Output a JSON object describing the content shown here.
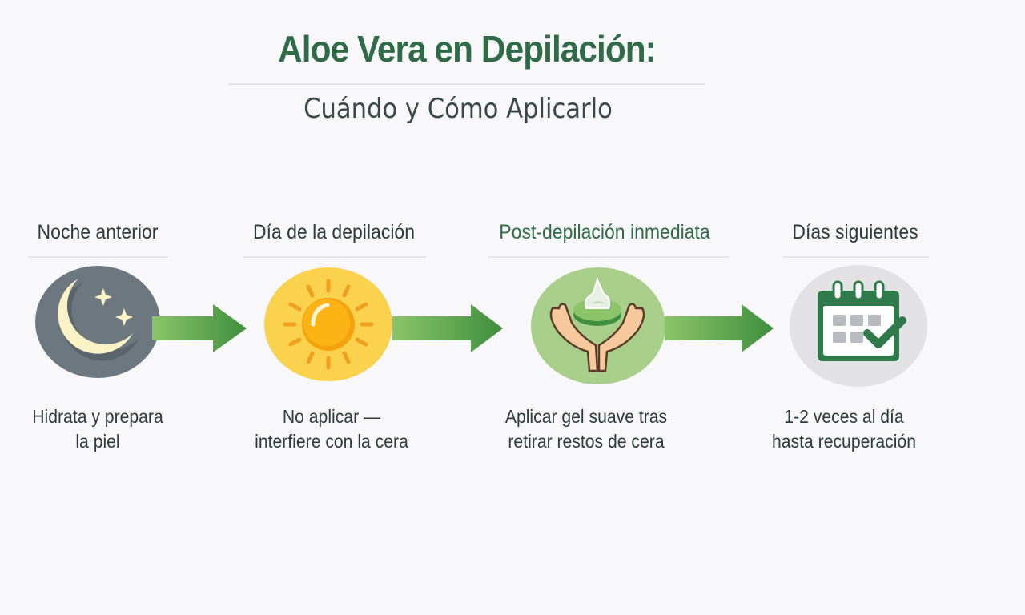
{
  "title": "Aloe Vera en Depilación:",
  "subtitle": "Cuándo y Cómo Aplicarlo",
  "steps": [
    {
      "heading": "Noche anterior",
      "icon": "moon-stars-icon",
      "desc_line1": "Hidrata y prepara",
      "desc_line2": "la piel"
    },
    {
      "heading": "Día de la depilación",
      "icon": "sun-icon",
      "desc_line1": "No aplicar —",
      "desc_line2": "interfiere con la cera"
    },
    {
      "heading": "Post-depilación inmediata",
      "icon": "hands-gel-icon",
      "desc_line1": "Aplicar gel suave tras",
      "desc_line2": "retirar restos de cera"
    },
    {
      "heading": "Días siguientes",
      "icon": "calendar-check-icon",
      "desc_line1": "1-2 veces al día",
      "desc_line2": "hasta recuperación"
    }
  ],
  "colors": {
    "brand_green": "#2f6b46",
    "arrow_green": "#4c9a45",
    "moon_bg": "#6c7780",
    "sun_bg": "#fbd24e",
    "gel_bg": "#a8cf8a",
    "calendar_bg": "#e2e2e4"
  }
}
